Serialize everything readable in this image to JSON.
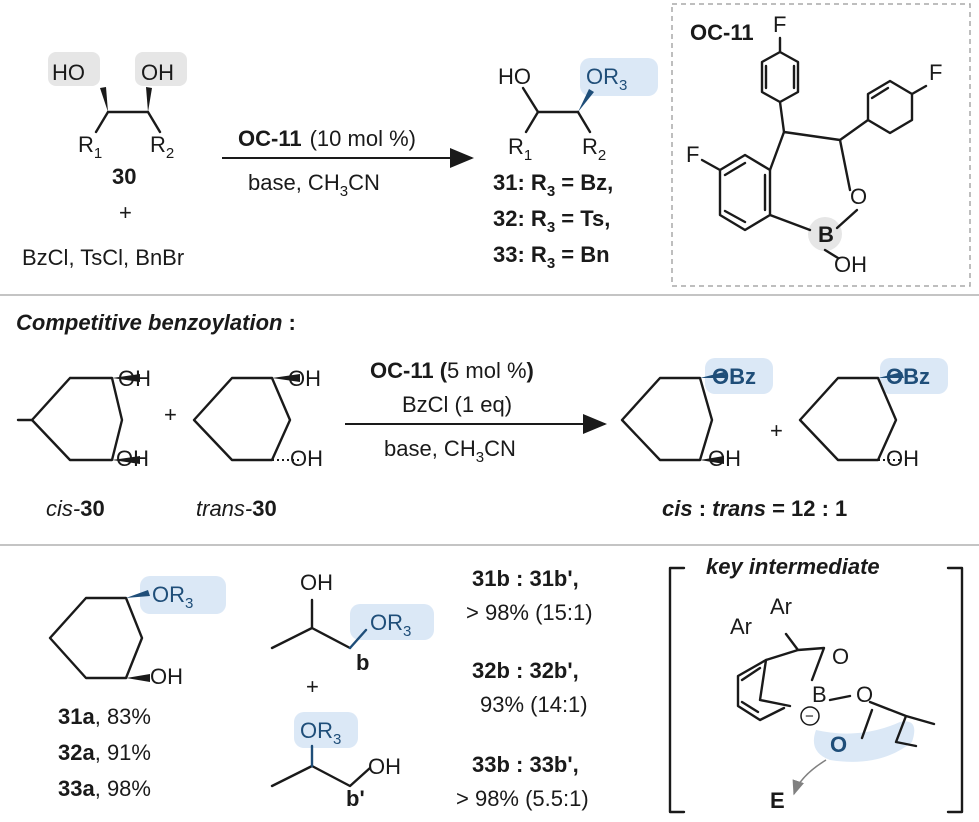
{
  "top": {
    "diol": {
      "oh_left": "HO",
      "oh_right": "OH",
      "r_left": "R",
      "r_left_sub": "1",
      "r_right": "R",
      "r_right_sub": "2",
      "number": "30"
    },
    "plus": "+",
    "reagents": "BzCl, TsCl, BnBr",
    "arrow_above_cat": "OC-11",
    "arrow_above_load": "(10 mol %)",
    "arrow_below": "base, CH",
    "arrow_below_sub": "3",
    "arrow_below_tail": "CN",
    "product": {
      "oh": "HO",
      "or": "OR",
      "or_sub": "3",
      "r_left": "R",
      "r_left_sub": "1",
      "r_right": "R",
      "r_right_sub": "2"
    },
    "product_lines": [
      {
        "num": "31",
        "sep": ": R",
        "sub": "3",
        "tail": " = Bz,"
      },
      {
        "num": "32",
        "sep": ": R",
        "sub": "3",
        "tail": " = Ts,"
      },
      {
        "num": "33",
        "sep": ": R",
        "sub": "3",
        "tail": " = Bn"
      }
    ],
    "catalyst": {
      "name": "OC-11",
      "f_top": "F",
      "f_right": "F",
      "f_left": "F",
      "o": "O",
      "b": "B",
      "oh": "OH"
    }
  },
  "middle": {
    "heading": "Competitive benzoylation",
    "heading_colon": ":",
    "cis": {
      "oh_top": "OH",
      "oh_bottom": "OH",
      "label_prefix": "cis-",
      "label_num": "30"
    },
    "plus": "+",
    "trans": {
      "oh_top": "OH",
      "oh_bottom": "OH",
      "label_prefix": "trans-",
      "label_num": "30"
    },
    "arrow_cat": "OC-11 (",
    "arrow_cat_load": "5 mol %",
    "arrow_cat_close": ")",
    "arrow_reagent": "BzCl (1 eq)",
    "arrow_below": "base, CH",
    "arrow_below_sub": "3",
    "arrow_below_tail": "CN",
    "prod_cis": {
      "obz": "OBz",
      "oh": "OH"
    },
    "plus2": "+",
    "prod_trans": {
      "obz": "OBz",
      "oh": "OH"
    },
    "ratio_cis": "cis",
    "ratio_colon": " : ",
    "ratio_trans": "trans",
    "ratio_eq": " =  12 : 1"
  },
  "bottom": {
    "cyclo": {
      "or": "OR",
      "or_sub": "3",
      "oh": "OH"
    },
    "yields": [
      {
        "name": "31a",
        "val": ", 83%"
      },
      {
        "name": "32a",
        "val": ", 91%"
      },
      {
        "name": "33a",
        "val": ", 98%"
      }
    ],
    "b": {
      "oh": "OH",
      "or": "OR",
      "or_sub": "3",
      "label": "b"
    },
    "plus": "+",
    "bprime": {
      "or": "OR",
      "or_sub": "3",
      "oh": "OH",
      "label": "b'"
    },
    "selectivities": [
      {
        "pair": "31b : 31b',",
        "val": "> 98% (15:1)"
      },
      {
        "pair": "32b : 32b',",
        "val": "93% (14:1)"
      },
      {
        "pair": "33b : 33b',",
        "val": "> 98% (5.5:1)"
      }
    ],
    "intermediate": {
      "title": "key intermediate",
      "ar1": "Ar",
      "ar2": "Ar",
      "o1": "O",
      "b": "B",
      "charge": "−",
      "o2": "O",
      "o3": "O",
      "e": "E"
    }
  },
  "colors": {
    "accent": "#1f4e79",
    "highlight": "#dbe8f6",
    "grey_highlight": "#e6e6e6"
  }
}
